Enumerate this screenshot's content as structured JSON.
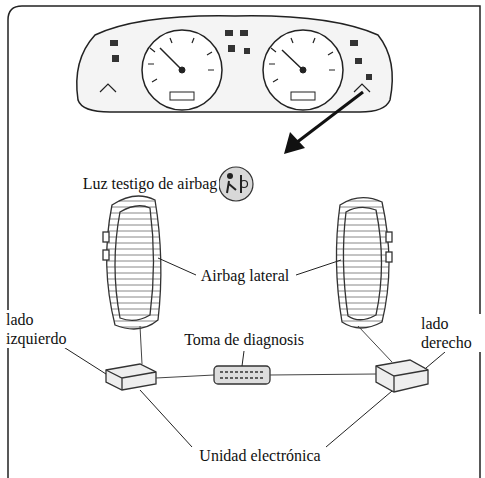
{
  "diagram": {
    "labels": [
      "Luz testigo de airbag",
      "Airbag lateral",
      "lado izquierdo",
      "Toma de diagnosis",
      "lado derecho",
      "Unidad electrónica"
    ]
  }
}
